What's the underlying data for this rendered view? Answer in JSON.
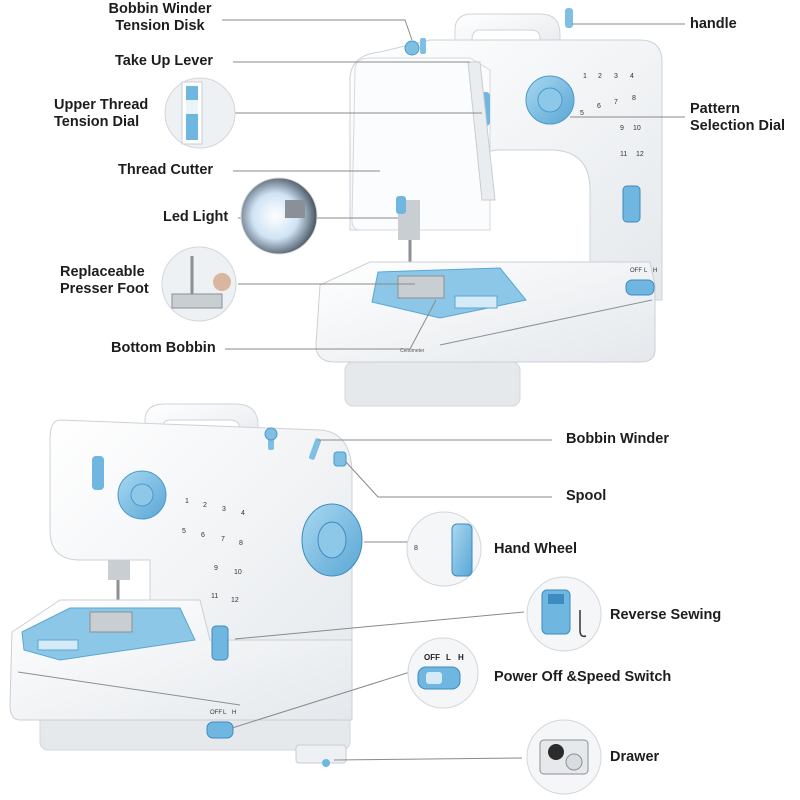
{
  "labels": {
    "bobbin_winder_tension_disk": [
      "Bobbin Winder",
      "Tension Disk"
    ],
    "take_up_lever": "Take Up Lever",
    "upper_thread_tension_dial": [
      "Upper Thread",
      "Tension Dial"
    ],
    "thread_cutter": "Thread Cutter",
    "led_light": "Led Light",
    "replaceable_presser_foot": [
      "Replaceable",
      "Presser Foot"
    ],
    "bottom_bobbin": "Bottom Bobbin",
    "handle": "handle",
    "pattern_selection_dial": [
      "Pattern",
      "Selection Dial"
    ],
    "bobbin_winder": "Bobbin Winder",
    "spool": "Spool",
    "hand_wheel": "Hand Wheel",
    "reverse_sewing": "Reverse Sewing",
    "power_speed_switch": "Power Off &Speed Switch",
    "drawer": "Drawer"
  },
  "switch_text": {
    "off": "OFF",
    "l": "L",
    "h": "H"
  },
  "pattern_numbers": [
    "1",
    "2",
    "3",
    "4",
    "5",
    "6",
    "7",
    "8",
    "9",
    "10",
    "11",
    "12"
  ],
  "ruler_text": "Centimeter",
  "colors": {
    "accent": "#7fbfe3",
    "accent_dark": "#4a9acb",
    "body": "#f4f6f8",
    "leader": "#8a8a8a"
  }
}
